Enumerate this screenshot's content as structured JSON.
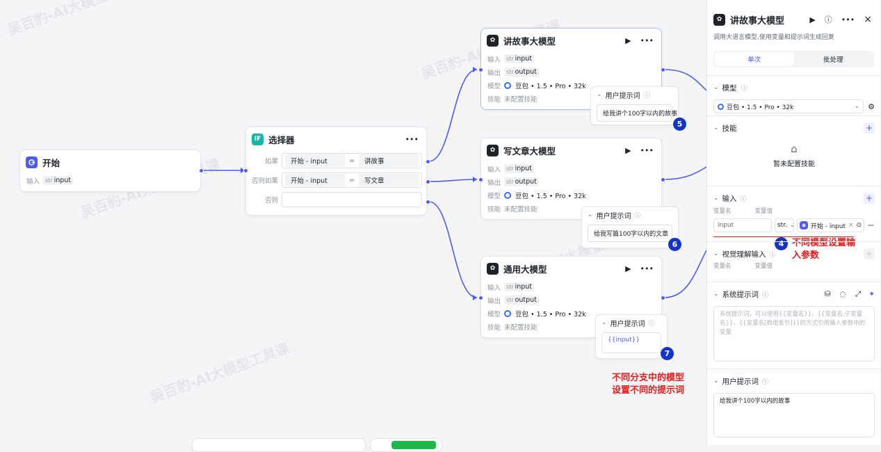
{
  "canvas": {
    "watermark": "吴百豹-AI大模型工具课",
    "start_node": {
      "title": "开始",
      "input_label": "输入",
      "input_type": "str",
      "input_name": "input"
    },
    "selector_node": {
      "title": "选择器",
      "conditions": [
        {
          "label": "如果",
          "left": "开始 - input",
          "op": "=",
          "right": "讲故事"
        },
        {
          "label": "否则如果",
          "left": "开始 - input",
          "op": "=",
          "right": "写文章"
        },
        {
          "label": "否则",
          "left": "",
          "op": "",
          "right": ""
        }
      ]
    },
    "llm_nodes": [
      {
        "title": "讲故事大模型",
        "input_label": "输入",
        "input_type": "str",
        "input_name": "input",
        "output_label": "输出",
        "output_type": "str",
        "output_name": "output",
        "model_label": "模型",
        "model_name": "豆包 • 1.5 • Pro • 32k",
        "skill_label": "技能",
        "skill_value": "未配置技能",
        "prompt_header": "用户提示词",
        "prompt": "给我讲个100字以内的故事",
        "badge": "5"
      },
      {
        "title": "写文章大模型",
        "input_label": "输入",
        "input_type": "str",
        "input_name": "input",
        "output_label": "输出",
        "output_type": "str",
        "output_name": "output",
        "model_label": "模型",
        "model_name": "豆包 • 1.5 • Pro • 32k",
        "skill_label": "技能",
        "skill_value": "未配置技能",
        "prompt_header": "用户提示词",
        "prompt": "给我写篇100字以内的文章",
        "badge": "6"
      },
      {
        "title": "通用大模型",
        "input_label": "输入",
        "input_type": "str",
        "input_name": "input",
        "output_label": "输出",
        "output_type": "str",
        "output_name": "output",
        "model_label": "模型",
        "model_name": "豆包 • 1.5 • Pro • 32k",
        "skill_label": "技能",
        "skill_value": "未配置技能",
        "prompt_header": "用户提示词",
        "prompt": "{{input}}",
        "badge": "7"
      }
    ],
    "annotation_branch": [
      "不同分支中的模型",
      "设置不同的提示词"
    ]
  },
  "panel": {
    "title": "讲故事大模型",
    "description": "调用大语言模型,使用变量和提示词生成回复",
    "tabs": [
      "单次",
      "批处理"
    ],
    "model_section": {
      "title": "模型",
      "model": "豆包 • 1.5 • Pro • 32k"
    },
    "skills_section": {
      "title": "技能",
      "empty": "暂未配置技能"
    },
    "input_section": {
      "title": "输入",
      "col_name": "变量名",
      "col_value": "变量值",
      "var_name": "input",
      "var_type": "str.",
      "var_ref": "开始 - input",
      "badge": "4",
      "annotation": [
        "不同模型设置输",
        "入参数"
      ]
    },
    "vision_section": {
      "title": "视觉理解输入",
      "col_name": "变量名",
      "col_value": "变量值"
    },
    "system_prompt_section": {
      "title": "系统提示词",
      "placeholder": "系统提示词，可以使用{{变量名}}、{{变量名.子变量名}}、{{变量名[数组索引]}}的方式引用输入参数中的变量"
    },
    "user_prompt_section": {
      "title": "用户提示词",
      "prompt": "给我讲个100字以内的故事"
    }
  }
}
